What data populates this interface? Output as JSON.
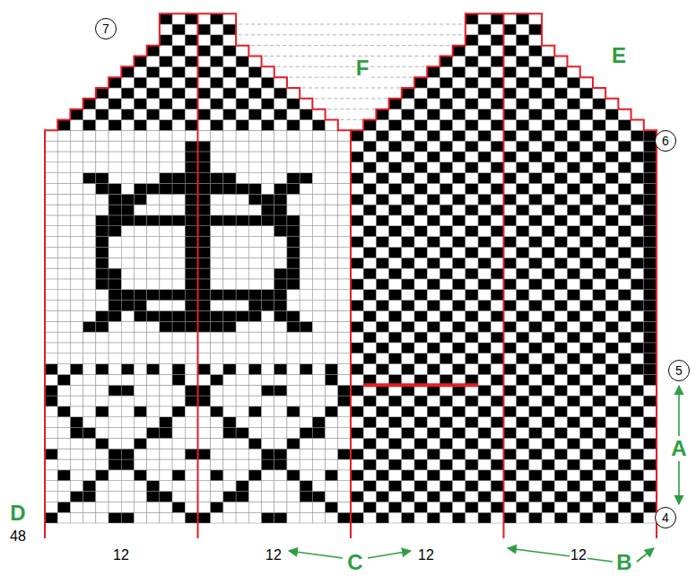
{
  "diagram": {
    "nodes": [
      {
        "text": [
          "7"
        ]
      },
      {
        "text": [
          "6"
        ]
      },
      {
        "text": [
          "5"
        ]
      },
      {
        "text": [
          "4"
        ]
      }
    ],
    "labels": [
      "F",
      "E",
      "A",
      "D",
      "48",
      "12",
      "12",
      "12",
      "12",
      "C",
      "B"
    ]
  }
}
